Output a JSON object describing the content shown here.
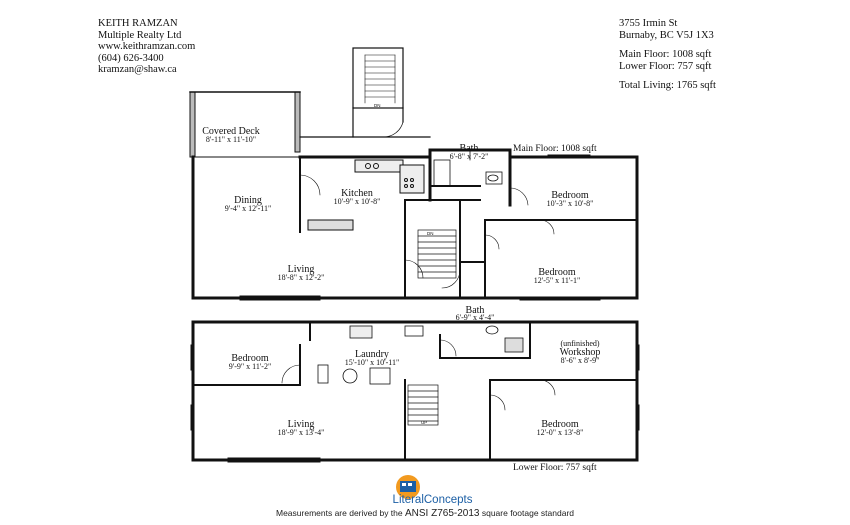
{
  "agent": {
    "name": "KEITH RAMZAN",
    "company": "Multiple Realty Ltd",
    "website": "www.keithramzan.com",
    "phone": "(604) 626-3400",
    "email": "kramzan@shaw.ca"
  },
  "property": {
    "street": "3755 Irmin St",
    "city": "Burnaby, BC V5J 1X3",
    "main_floor": "Main Floor: 1008 sqft",
    "lower_floor": "Lower Floor: 757 sqft",
    "total": "Total Living: 1765 sqft"
  },
  "main_floor": {
    "label": "Main Floor: 1008 sqft",
    "rooms": [
      {
        "name": "Covered Deck",
        "dims": "8'-11\" x 11'-10\""
      },
      {
        "name": "Bath",
        "dims": "6'-8\" x 7'-2\""
      },
      {
        "name": "Kitchen",
        "dims": "10'-9\" x 10'-8\""
      },
      {
        "name": "Dining",
        "dims": "9'-4\" x 12'-11\""
      },
      {
        "name": "Bedroom",
        "dims": "10'-3\" x 10'-8\""
      },
      {
        "name": "Living",
        "dims": "18'-8\" x 12'-2\""
      },
      {
        "name": "Bedroom",
        "dims": "12'-5\" x 11'-1\""
      }
    ],
    "stair_labels": [
      "DN",
      "DN"
    ]
  },
  "lower_floor": {
    "label": "Lower Floor: 757 sqft",
    "rooms": [
      {
        "name": "Bath",
        "dims": "6'-9\" x 4'-4\""
      },
      {
        "name": "Bedroom",
        "dims": "9'-9\" x 11'-2\""
      },
      {
        "name": "Laundry",
        "dims": "15'-10\" x 10'-11\""
      },
      {
        "name": "Workshop",
        "dims": "8'-6\" x 8'-9\"",
        "note": "(unfinished)"
      },
      {
        "name": "Living",
        "dims": "18'-9\" x 13'-4\""
      },
      {
        "name": "Bedroom",
        "dims": "12'-0\" x 13'-8\""
      }
    ],
    "stair_labels": [
      "UP"
    ]
  },
  "branding": {
    "logo_text": "LiteralConcepts",
    "logo_color": "#1c5fa5",
    "accent_color": "#f29a1f"
  },
  "footer": {
    "prefix": "Measurements are derived by the ",
    "standard": "ANSI Z765-2013",
    "suffix": " square footage standard"
  }
}
